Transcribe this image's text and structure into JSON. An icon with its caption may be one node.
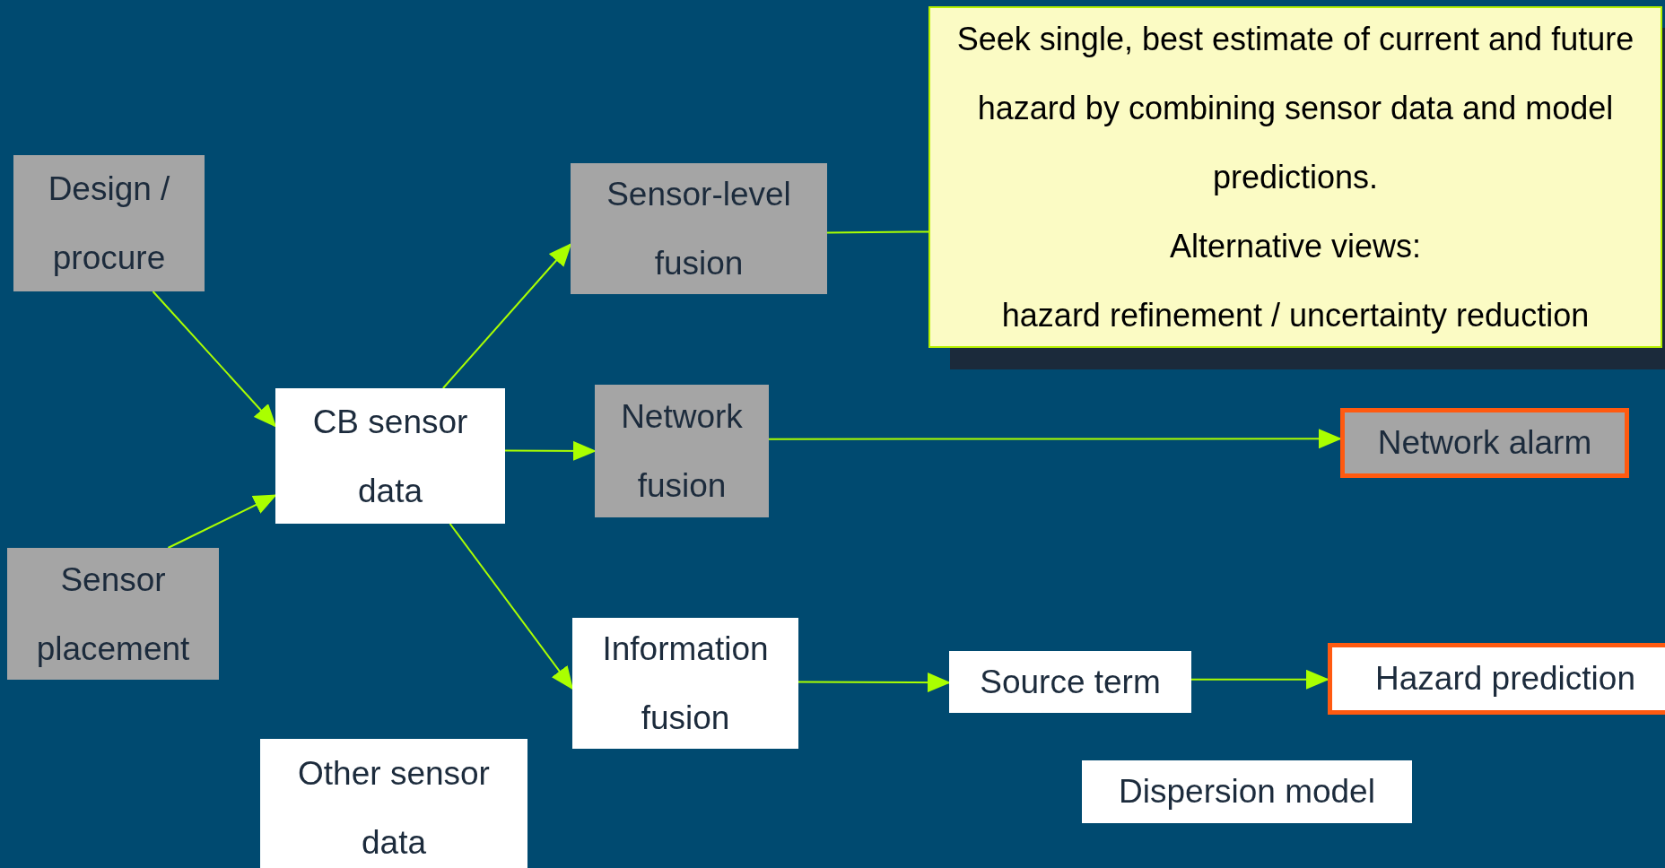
{
  "diagram": {
    "nodes": [
      {
        "text": [
          "Seek single, best estimate of current and future hazard by combining sensor data and model predictions.",
          "Alternative views:",
          "hazard refinement / uncertainty reduction"
        ]
      },
      {
        "text": [
          "Design / procure"
        ]
      },
      {
        "text": [
          "Sensor-level fusion"
        ]
      },
      {
        "text": [
          "CB sensor data"
        ]
      },
      {
        "text": [
          "Network fusion"
        ]
      },
      {
        "text": [
          "Network alarm"
        ]
      },
      {
        "text": [
          "Sensor placement"
        ]
      },
      {
        "text": [
          "Information fusion"
        ]
      },
      {
        "text": [
          "Source term"
        ]
      },
      {
        "text": [
          "Hazard prediction"
        ]
      },
      {
        "text": [
          "Other sensor data"
        ]
      },
      {
        "text": [
          "Dispersion model"
        ]
      }
    ],
    "edges": [
      {
        "from": 1,
        "to": 3,
        "arrow": "to"
      },
      {
        "from": 6,
        "to": 3,
        "arrow": "to"
      },
      {
        "from": 3,
        "to": 2,
        "arrow": "to"
      },
      {
        "from": 3,
        "to": 4,
        "arrow": "to"
      },
      {
        "from": 3,
        "to": 7,
        "arrow": "to"
      },
      {
        "from": 4,
        "to": 5,
        "arrow": "to"
      },
      {
        "from": 7,
        "to": 8,
        "arrow": "to"
      },
      {
        "from": 8,
        "to": 9,
        "arrow": "to"
      },
      {
        "from": 2,
        "to": 0,
        "arrow": "none"
      }
    ]
  }
}
